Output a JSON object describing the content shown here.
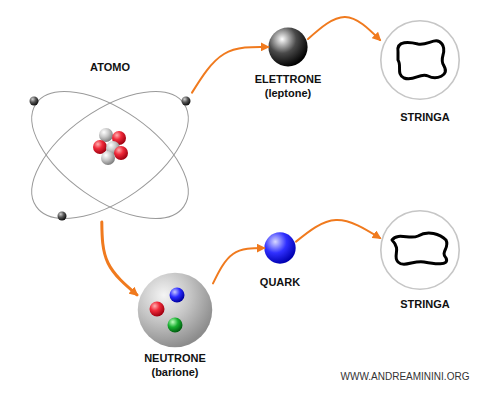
{
  "diagram": {
    "nodes": [
      {
        "text": [
          "ATOMO"
        ]
      },
      {
        "text": [
          "ELETTRONE (leptone)"
        ]
      },
      {
        "text": [
          "STRINGA"
        ]
      },
      {
        "text": [
          "NEUTRONE (barione)"
        ]
      },
      {
        "text": [
          "QUARK"
        ]
      },
      {
        "text": [
          "STRINGA"
        ]
      }
    ],
    "edges": [
      {
        "from": 0,
        "to": 1,
        "arrow": "to"
      },
      {
        "from": 1,
        "to": 2,
        "arrow": "to"
      },
      {
        "from": 0,
        "to": 3,
        "arrow": "to"
      },
      {
        "from": 3,
        "to": 4,
        "arrow": "to"
      },
      {
        "from": 4,
        "to": 5,
        "arrow": "to"
      }
    ],
    "labels": [
      "WWW.ANDREAMININI.ORG"
    ]
  }
}
